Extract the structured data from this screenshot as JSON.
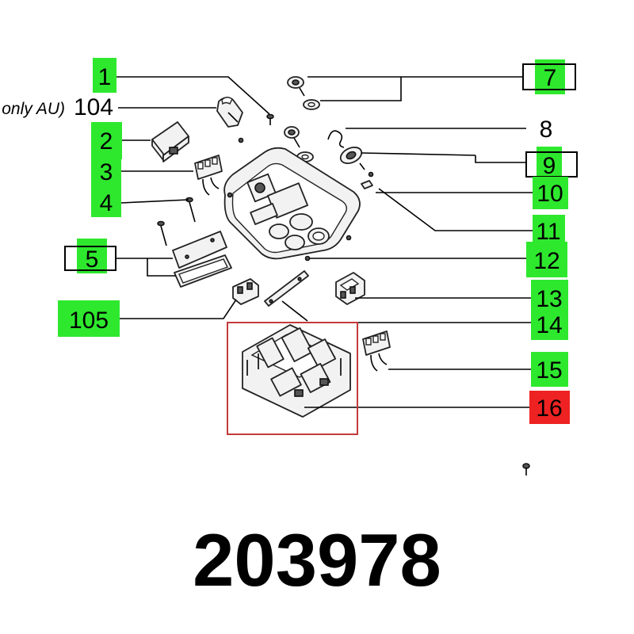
{
  "part_number": "203978",
  "note_text": "only AU)",
  "colors": {
    "highlight": "#2ee82e",
    "alert": "#ee2222",
    "outline": "#000000",
    "selection_frame": "#c43a3a"
  },
  "callouts": {
    "c1": "1",
    "c104": "104",
    "c2": "2",
    "c3": "3",
    "c4": "4",
    "c5": "5",
    "c105": "105",
    "c7": "7",
    "c8": "8",
    "c9": "9",
    "c10": "10",
    "c11": "11",
    "c12": "12",
    "c13": "13",
    "c14": "14",
    "c15": "15",
    "c16": "16"
  }
}
